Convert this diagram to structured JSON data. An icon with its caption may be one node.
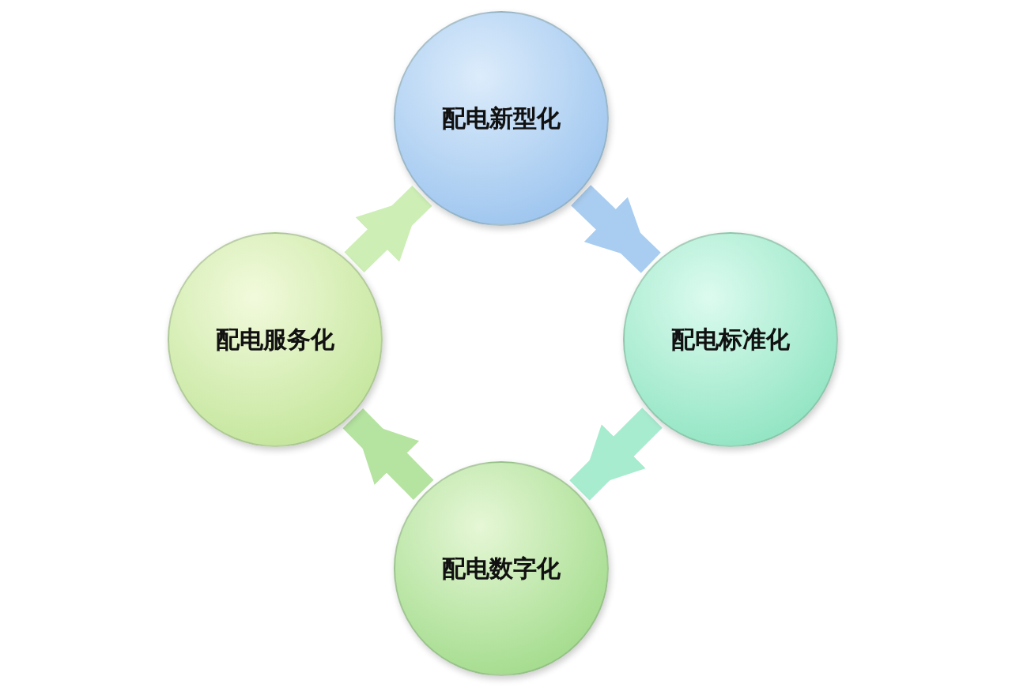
{
  "diagram": {
    "nodes": [
      {
        "text": [
          "配电新型化"
        ]
      },
      {
        "text": [
          "配电标准化"
        ]
      },
      {
        "text": [
          "配电数字化"
        ]
      },
      {
        "text": [
          "配电服务化"
        ]
      }
    ],
    "edges": [
      {
        "from": 0,
        "to": 1,
        "arrow": "to",
        "color": "#a9cdf0"
      },
      {
        "from": 1,
        "to": 2,
        "arrow": "to",
        "color": "#a8ecd0"
      },
      {
        "from": 2,
        "to": 3,
        "arrow": "to",
        "color": "#b5e3a0"
      },
      {
        "from": 3,
        "to": 0,
        "arrow": "to",
        "color": "#cdeeb5"
      }
    ]
  }
}
